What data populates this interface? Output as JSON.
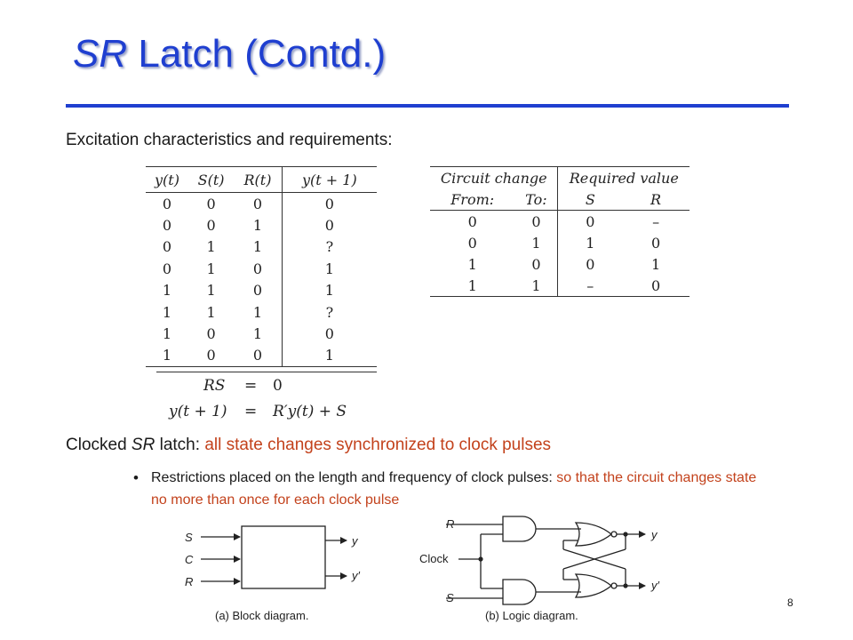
{
  "slide": {
    "title_italic": "SR",
    "title_rest": " Latch (Contd.)",
    "intro": "Excitation characteristics and requirements:",
    "clocked": {
      "prefix": "Clocked ",
      "italic": "SR",
      "mid": " latch: ",
      "highlight": "all state changes synchronized to clock pulses"
    },
    "bullet": {
      "marker": "•",
      "lead": "Restrictions placed on the length and frequency of clock pulses: ",
      "highlight": "so that the circuit changes state no more than once for each clock pulse"
    },
    "page_number": "8"
  },
  "char_table": {
    "headers": [
      "y(t)",
      "S(t)",
      "R(t)",
      "y(t + 1)"
    ],
    "rows": [
      [
        "0",
        "0",
        "0",
        "0"
      ],
      [
        "0",
        "0",
        "1",
        "0"
      ],
      [
        "0",
        "1",
        "1",
        "?"
      ],
      [
        "0",
        "1",
        "0",
        "1"
      ],
      [
        "1",
        "1",
        "0",
        "1"
      ],
      [
        "1",
        "1",
        "1",
        "?"
      ],
      [
        "1",
        "0",
        "1",
        "0"
      ],
      [
        "1",
        "0",
        "0",
        "1"
      ]
    ]
  },
  "req_table": {
    "group_headers": [
      "Circuit change",
      "Required value"
    ],
    "sub_headers": [
      "From:",
      "To:",
      "S",
      "R"
    ],
    "rows": [
      [
        "0",
        "0",
        "0",
        "–"
      ],
      [
        "0",
        "1",
        "1",
        "0"
      ],
      [
        "1",
        "0",
        "0",
        "1"
      ],
      [
        "1",
        "1",
        "–",
        "0"
      ]
    ]
  },
  "equations": {
    "eq1_lhs": "RS",
    "eq1_op": "=",
    "eq1_rhs": "0",
    "eq2_lhs": "y(t + 1)",
    "eq2_op": "=",
    "eq2_rhs": "R′y(t) + S"
  },
  "block_diagram": {
    "inputs": [
      "S",
      "C",
      "R"
    ],
    "outputs": [
      "y",
      "y′"
    ],
    "caption": "(a) Block diagram."
  },
  "logic_diagram": {
    "inputs": [
      "R",
      "Clock",
      "S"
    ],
    "outputs": [
      "y",
      "y′"
    ],
    "caption": "(b) Logic diagram."
  }
}
